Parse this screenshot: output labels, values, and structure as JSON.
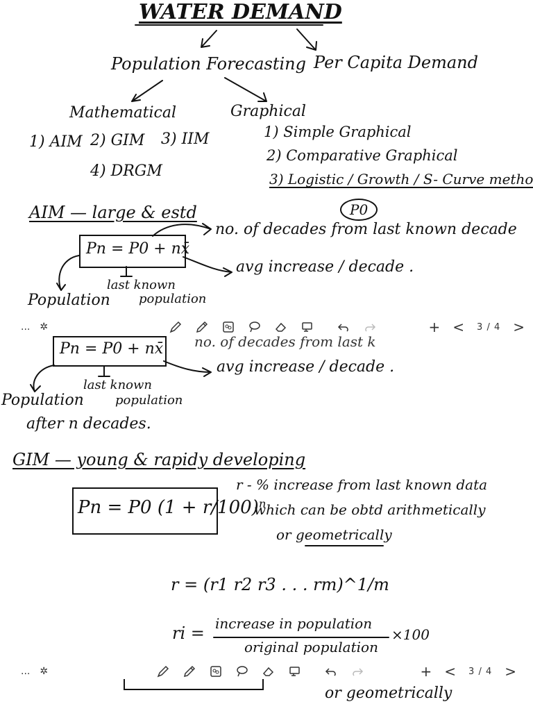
{
  "page1": {
    "title": "WATER DEMAND",
    "branch_left": "Population Forecasting",
    "branch_right": "Per Capita Demand",
    "sub_math": "Mathematical",
    "sub_graph": "Graphical",
    "math_items": [
      "1) AIM",
      "2) GIM",
      "3) IIM",
      "4) DRGM"
    ],
    "graph_items": [
      "1) Simple Graphical",
      "2) Comparative Graphical",
      "3) Logistic / Growth / S- Curve method"
    ],
    "p0_circle": "P0",
    "aim_heading": "AIM — large & estd",
    "formula_aim": "Pn = P0 + nx̄",
    "note_decades": "no. of decades from last known decade",
    "note_avg": "avg increase / decade .",
    "note_lastknown_1": "last known",
    "note_lastknown_2": "population",
    "note_population": "Population"
  },
  "toolbar": {
    "more": "...",
    "page_indicator": "3 / 4",
    "add": "+",
    "prev": "<",
    "next": ">"
  },
  "page2": {
    "formula_aim": "Pn = P0 + nx̄",
    "note_decades_partial": "no. of decades from last k",
    "note_avg": "avg increase / decade .",
    "note_lastknown_1": "last known",
    "note_lastknown_2": "population",
    "note_population": "Population",
    "note_after": "after n decades.",
    "gim_heading": "GIM — young & rapidy developing",
    "formula_gim": "Pn = P0 (1 + r/100)ⁿ",
    "note_r_1": "r - % increase from last known data",
    "note_r_2": "which can be obtd arithmetically",
    "note_r_3": "or geometrically",
    "formula_r": "r = (r1 r2 r3 . . . rm)^1/m",
    "formula_ri_left": "ri =",
    "formula_ri_num": "increase in population",
    "formula_ri_den": "original population",
    "formula_ri_mult": "×100",
    "bottom_partial": "or geometrically"
  }
}
